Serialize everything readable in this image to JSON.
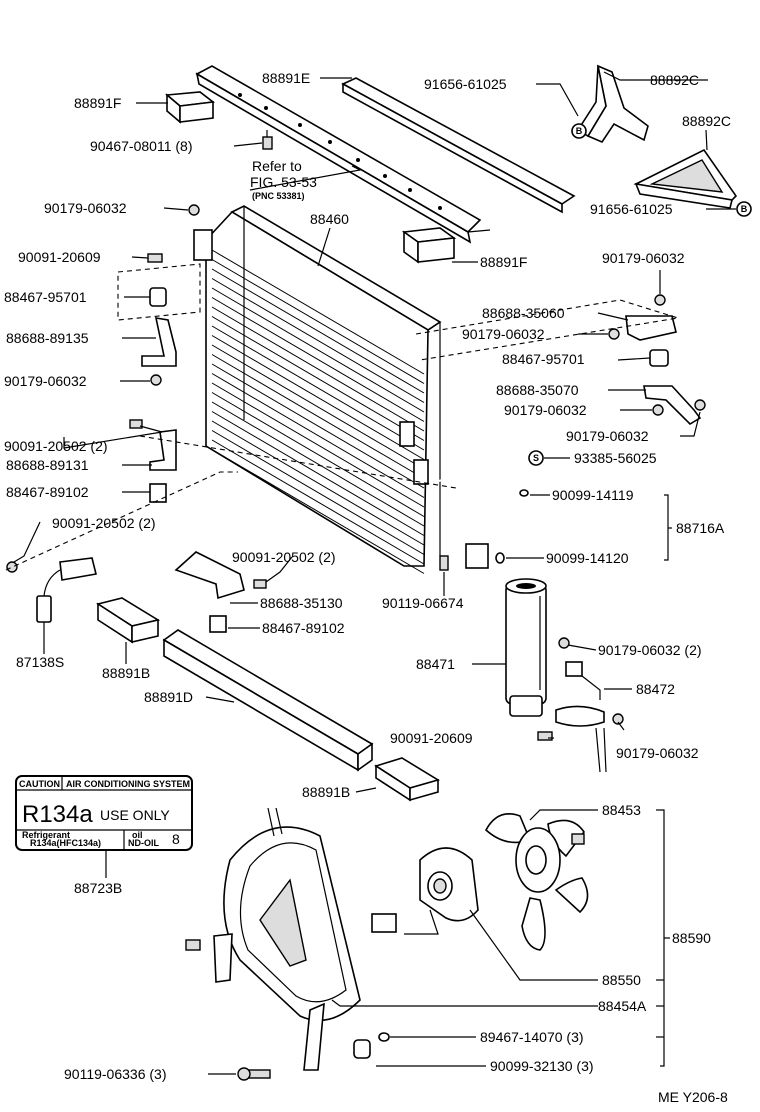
{
  "parts": {
    "p88891E": "88891E",
    "p91656_top": "91656-61025",
    "p88892C_top": "88892C",
    "p88891F_top": "88891F",
    "p88892C_mid": "88892C",
    "p90467": "90467-08011 (8)",
    "p91656_mid": "91656-61025",
    "p90179_a": "90179-06032",
    "p88460": "88460",
    "p90091_20609_a": "90091-20609",
    "p88891F_mid": "88891F",
    "p90179_b": "90179-06032",
    "p88467_95701_a": "88467-95701",
    "p88688_35060": "88688-35060",
    "p88688_89135": "88688-89135",
    "p90179_c": "90179-06032",
    "p90179_d": "90179-06032",
    "p88467_95701_b": "88467-95701",
    "p88688_35070": "88688-35070",
    "p90179_e": "90179-06032",
    "p90179_f": "90179-06032",
    "p90091_20502_a": "90091-20502 (2)",
    "p88688_89131": "88688-89131",
    "p93385": "93385-56025",
    "p88467_89102_a": "88467-89102",
    "p90099_14119": "90099-14119",
    "p90091_20502_b": "90091-20502 (2)",
    "p88716A": "88716A",
    "p90091_20502_c": "90091-20502 (2)",
    "p90099_14120": "90099-14120",
    "p88688_35130": "88688-35130",
    "p90119_06674": "90119-06674",
    "p88467_89102_b": "88467-89102",
    "p87138S": "87138S",
    "p88891B_a": "88891B",
    "p90179_g": "90179-06032 (2)",
    "p88471": "88471",
    "p88472": "88472",
    "p88891D": "88891D",
    "p90091_20609_b": "90091-20609",
    "p90179_h": "90179-06032",
    "p88891B_b": "88891B",
    "p88453": "88453",
    "p88723B": "88723B",
    "p88590": "88590",
    "p88550": "88550",
    "p88454A": "88454A",
    "p89467": "89467-14070 (3)",
    "p90119_06336": "90119-06336 (3)",
    "p90099_32130": "90099-32130 (3)"
  },
  "notes": {
    "refer_line1": "Refer to",
    "refer_line2": "FIG. 53-53",
    "refer_line3": "(PNC 53381)",
    "footer_code": "ME  Y206-8"
  },
  "markers": {
    "b": "B",
    "s": "S"
  },
  "caution_label": {
    "caution": "CAUTION",
    "header": "AIR CONDITIONING SYSTEM",
    "main": "R134a",
    "use_only": "USE ONLY",
    "refrigerant": "Refrigerant",
    "refrigerant_type": "R134a(HFC134a)",
    "oil": "oil",
    "oil_type": "ND-OIL",
    "oil_num": "8"
  }
}
